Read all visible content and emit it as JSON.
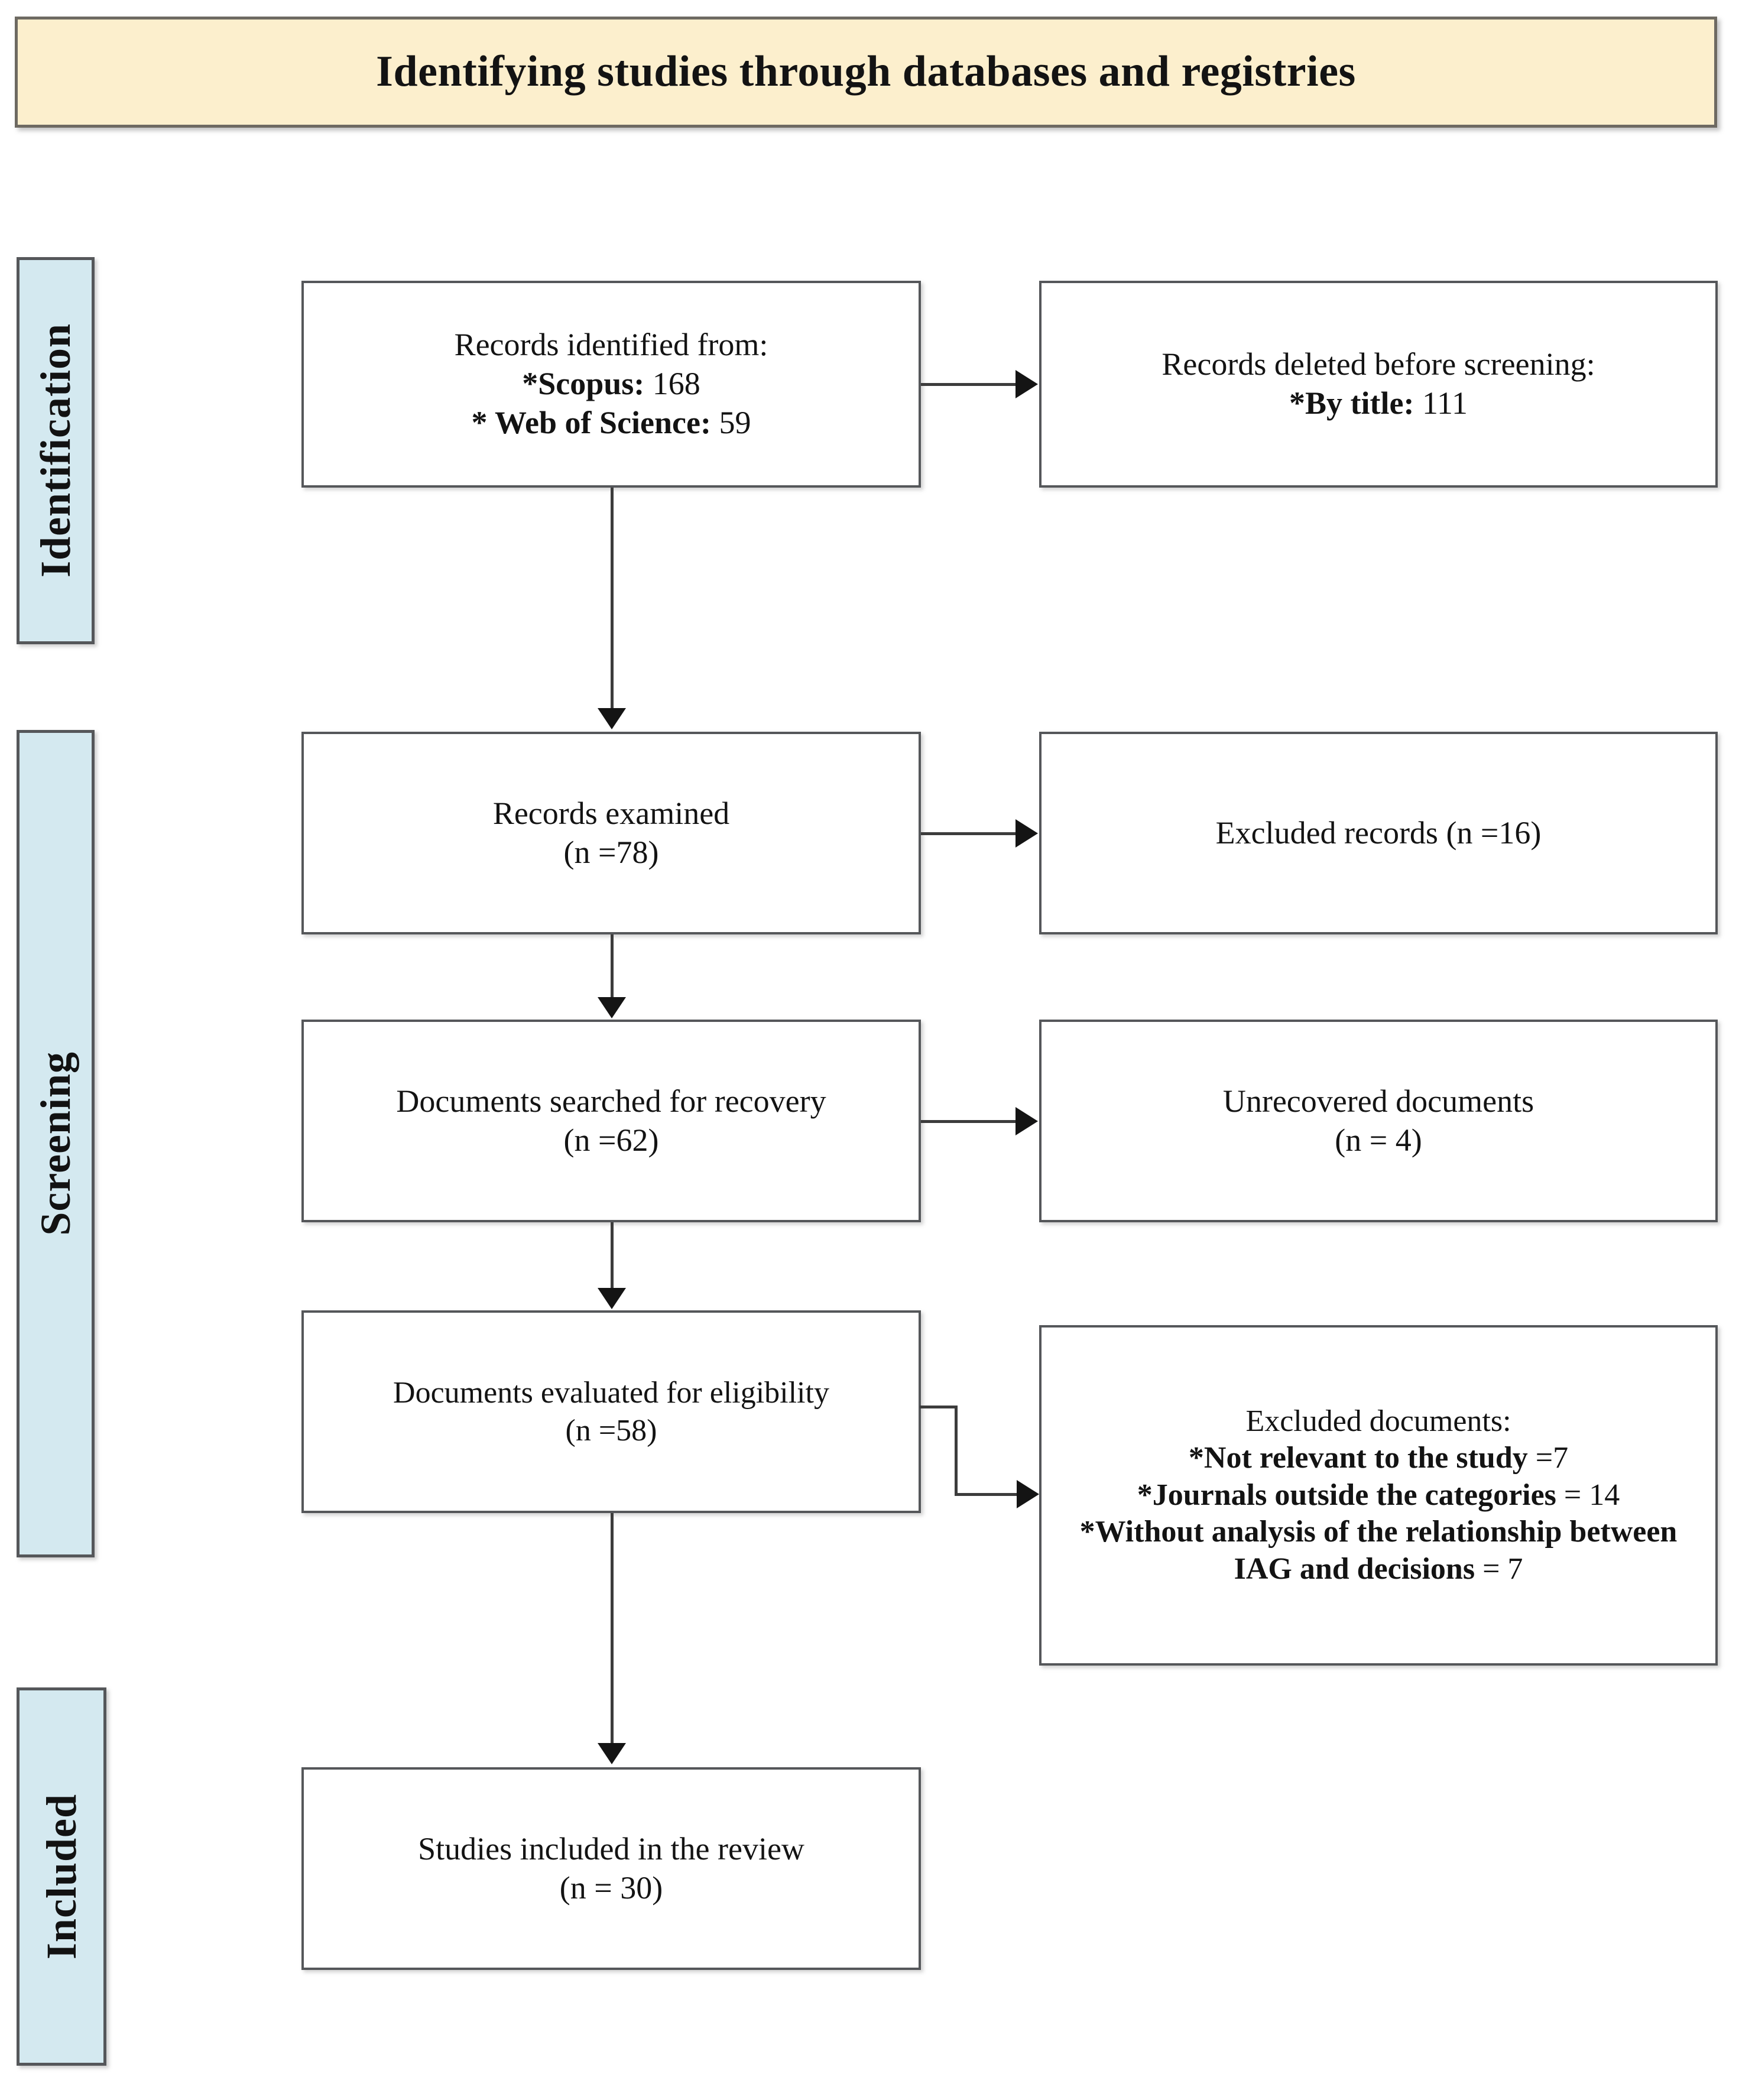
{
  "title": {
    "text": "Identifying studies through databases and registries",
    "background_color": "#FCEFCD",
    "border_color": "#6E6A62"
  },
  "stages": [
    {
      "id": "identification",
      "label": "Identification",
      "color": "#D4E9F0"
    },
    {
      "id": "screening",
      "label": "Screening",
      "color": "#D4E9F0"
    },
    {
      "id": "included",
      "label": "Included",
      "color": "#D4E9F0"
    }
  ],
  "boxes": {
    "identified": {
      "line1": "Records identified from:",
      "line2_label": "*Scopus:",
      "line2_value": " 168",
      "line3_label": "* Web of Science:",
      "line3_value": " 59"
    },
    "deleted": {
      "line1": "Records deleted before screening:",
      "line2_label": "*By title:",
      "line2_value": " 111"
    },
    "examined": {
      "line1": "Records examined",
      "line2": "(n =78)"
    },
    "excluded_records": {
      "line1": "Excluded records (n =16)"
    },
    "recovery": {
      "line1": "Documents searched for recovery",
      "line2": "(n =62)"
    },
    "unrecovered": {
      "line1": "Unrecovered documents",
      "line2": "(n = 4)"
    },
    "eligibility": {
      "line1": "Documents evaluated for eligibility",
      "line2": "(n =58)"
    },
    "excluded_documents": {
      "line1": "Excluded documents:",
      "line2_label": "*Not relevant to the study",
      "line2_value": " =7",
      "line3_label": "*Journals outside the categories",
      "line3_value": " = 14",
      "line4_label": "*Without analysis of the relationship between IAG and decisions",
      "line4_value": " = 7"
    },
    "included": {
      "line1": "Studies included in the review",
      "line2": "(n = 30)"
    }
  },
  "chart_data": {
    "type": "diagram",
    "title": "Identifying studies through databases and registries",
    "stages": [
      "Identification",
      "Screening",
      "Included"
    ],
    "nodes": [
      {
        "id": "identified",
        "stage": "Identification",
        "label": "Records identified from: *Scopus: 168 * Web of Science: 59",
        "values": {
          "Scopus": 168,
          "Web of Science": 59
        }
      },
      {
        "id": "deleted",
        "stage": "Identification",
        "label": "Records deleted before screening: *By title: 111",
        "values": {
          "By title": 111
        }
      },
      {
        "id": "examined",
        "stage": "Screening",
        "label": "Records examined (n =78)",
        "n": 78
      },
      {
        "id": "excluded_records",
        "stage": "Screening",
        "label": "Excluded records (n =16)",
        "n": 16
      },
      {
        "id": "recovery",
        "stage": "Screening",
        "label": "Documents searched for recovery (n =62)",
        "n": 62
      },
      {
        "id": "unrecovered",
        "stage": "Screening",
        "label": "Unrecovered documents (n = 4)",
        "n": 4
      },
      {
        "id": "eligibility",
        "stage": "Screening",
        "label": "Documents evaluated for eligibility (n =58)",
        "n": 58
      },
      {
        "id": "excluded_documents",
        "stage": "Screening",
        "label": "Excluded documents",
        "values": {
          "Not relevant to the study": 7,
          "Journals outside the categories": 14,
          "Without analysis of the relationship between IAG and decisions": 7
        }
      },
      {
        "id": "included",
        "stage": "Included",
        "label": "Studies included in the review (n = 30)",
        "n": 30
      }
    ],
    "edges": [
      {
        "from": "identified",
        "to": "deleted"
      },
      {
        "from": "identified",
        "to": "examined"
      },
      {
        "from": "examined",
        "to": "excluded_records"
      },
      {
        "from": "examined",
        "to": "recovery"
      },
      {
        "from": "recovery",
        "to": "unrecovered"
      },
      {
        "from": "recovery",
        "to": "eligibility"
      },
      {
        "from": "eligibility",
        "to": "excluded_documents"
      },
      {
        "from": "eligibility",
        "to": "included"
      }
    ]
  }
}
